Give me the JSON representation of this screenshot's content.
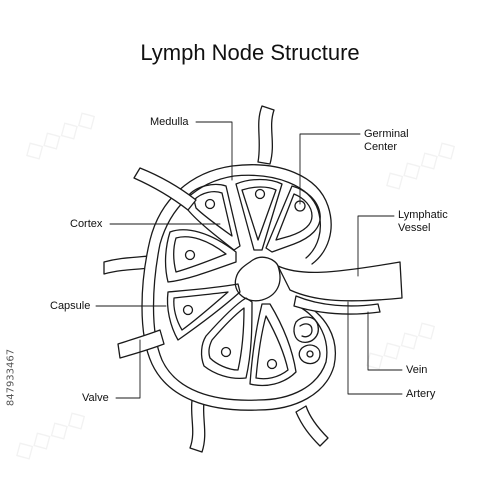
{
  "title": "Lymph Node Structure",
  "labels": {
    "medulla": "Medulla",
    "germinal_center_line1": "Germinal",
    "germinal_center_line2": "Center",
    "cortex": "Cortex",
    "lymphatic_vessel_line1": "Lymphatic",
    "lymphatic_vessel_line2": "Vessel",
    "capsule": "Capsule",
    "valve": "Valve",
    "vein": "Vein",
    "artery": "Artery"
  },
  "stock_id": "847933467",
  "colors": {
    "line": "#1a1a1a",
    "fill": "#ffffff",
    "text": "#111111"
  }
}
